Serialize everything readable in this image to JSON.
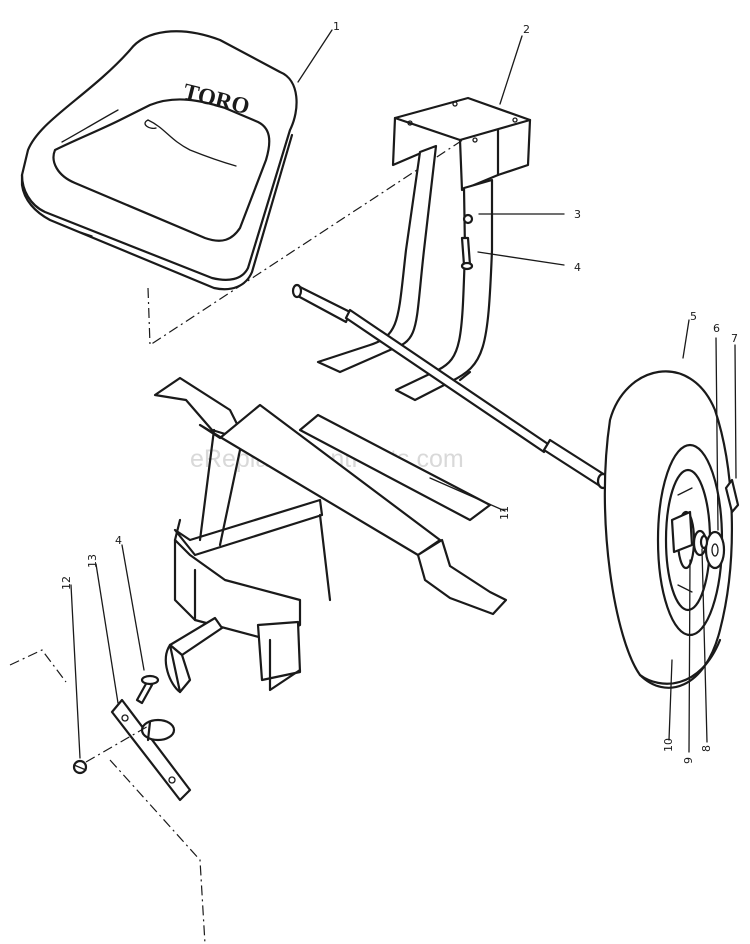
{
  "watermark": "eReplacementParts.com",
  "seat_logo": "TORO",
  "callouts": [
    "1",
    "2",
    "3",
    "4",
    "4",
    "5",
    "6",
    "7",
    "8",
    "9",
    "10",
    "11",
    "12",
    "13"
  ]
}
